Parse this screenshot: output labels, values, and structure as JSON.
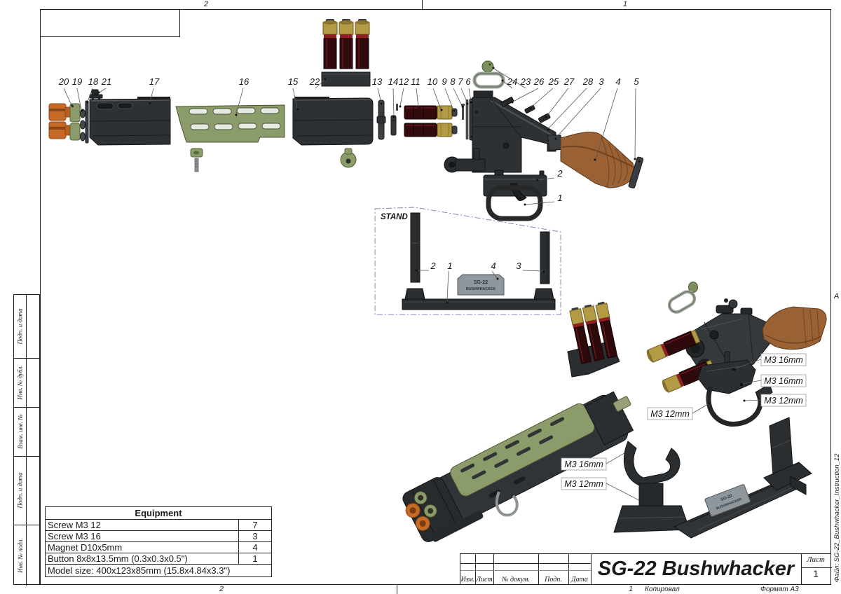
{
  "doc": {
    "title": "SG-22 Bushwhacker",
    "file_label": "Файл: SG-22_Bushwhacker_Instruction_12",
    "zone_marks": {
      "top": [
        "2",
        "1"
      ],
      "bottom": [
        "2",
        "1"
      ],
      "side_right": "A"
    },
    "footer": {
      "zone_num": "1",
      "copied_by": "Копировал",
      "format": "Формат А3"
    },
    "left_margin_labels": [
      "Подп. и дата",
      "Инв. № дубл.",
      "Взам. инв. №",
      "Подп. и дата",
      "Инв. № подл."
    ]
  },
  "title_block": {
    "columns": [
      "Изм.",
      "Лист",
      "№ докум.",
      "Подп.",
      "Дата"
    ],
    "sheet_label": "Лист",
    "sheet_number": "1"
  },
  "equipment_table": {
    "header": "Equipment",
    "rows": [
      {
        "item": "Screw M3 12",
        "qty": "7"
      },
      {
        "item": "Screw M3 16",
        "qty": "3"
      },
      {
        "item": "Magnet D10x5mm",
        "qty": "4"
      },
      {
        "item": "Button 8x8x13.5mm (0.3x0.3x0.5\")",
        "qty": "1"
      }
    ],
    "footer": "Model size: 400x123x85mm (15.8x4.84x3.3\")"
  },
  "exploded_view": {
    "part_numbers": [
      "20",
      "19",
      "18",
      "21",
      "17",
      "16",
      "15",
      "22",
      "13",
      "14",
      "12",
      "11",
      "10",
      "9",
      "8",
      "7",
      "6",
      "24",
      "23",
      "26",
      "25",
      "27",
      "28",
      "3",
      "4",
      "5"
    ],
    "trigger_part_numbers": [
      "2",
      "1"
    ]
  },
  "stand_view": {
    "label": "STAND",
    "part_numbers": [
      "2",
      "1",
      "4",
      "3"
    ],
    "plate": {
      "line1": "SG-22",
      "line2": "BUSHWHACKER"
    }
  },
  "assembly_annotations": {
    "rear": [
      "M3 16mm",
      "M3 16mm",
      "M3 12mm",
      "M3 12mm"
    ],
    "front": [
      "M3 16mm",
      "M3 12mm"
    ]
  },
  "colors": {
    "part_black": "#2e3133",
    "part_green": "#8b9c6a",
    "part_orange": "#c66a28",
    "brass": "#b39a45",
    "shell_red": "#330b0e",
    "wood": "#9a6234",
    "nameplate_gray": "#8f979c",
    "stand_dash_border": "#8585b5"
  }
}
